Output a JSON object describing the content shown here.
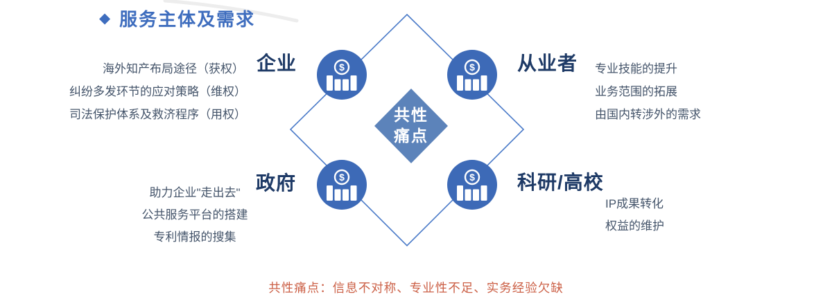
{
  "title": {
    "bullet": "◆",
    "text": "服务主体及需求"
  },
  "center": {
    "line1": "共性",
    "line2": "痛点"
  },
  "groups": [
    {
      "id": "enterprise",
      "label": "企业",
      "needs": [
        "海外知产布局途径（获权）",
        "纠纷多发环节的应对策略（维权）",
        "司法保护体系及救济程序（用权）"
      ]
    },
    {
      "id": "practitioners",
      "label": "从业者",
      "needs": [
        "专业技能的提升",
        "业务范围的拓展",
        "由国内转涉外的需求"
      ]
    },
    {
      "id": "government",
      "label": "政府",
      "needs": [
        "助力企业\"走出去\"",
        "公共服务平台的搭建",
        "专利情报的搜集"
      ]
    },
    {
      "id": "research-university",
      "label": "科研/高校",
      "needs": [
        "IP成果转化",
        "权益的维护"
      ]
    }
  ],
  "footer": {
    "text": "共性痛点：信息不对称、专业性不足、实务经验欠缺"
  },
  "icons": {
    "node_icon": "money-bar-chart",
    "dollar_glyph": "$",
    "title_bullet": "diamond-bullet"
  },
  "colors": {
    "title_blue": "#3e6dbe",
    "line_blue": "#4a7ac8",
    "circle_blue": "#3d6ab7",
    "center_diamond_blue": "#5c83ba",
    "label_navy": "#1e3a66",
    "text_gray_blue": "#44546a",
    "footer_orange": "#cb5f45"
  }
}
